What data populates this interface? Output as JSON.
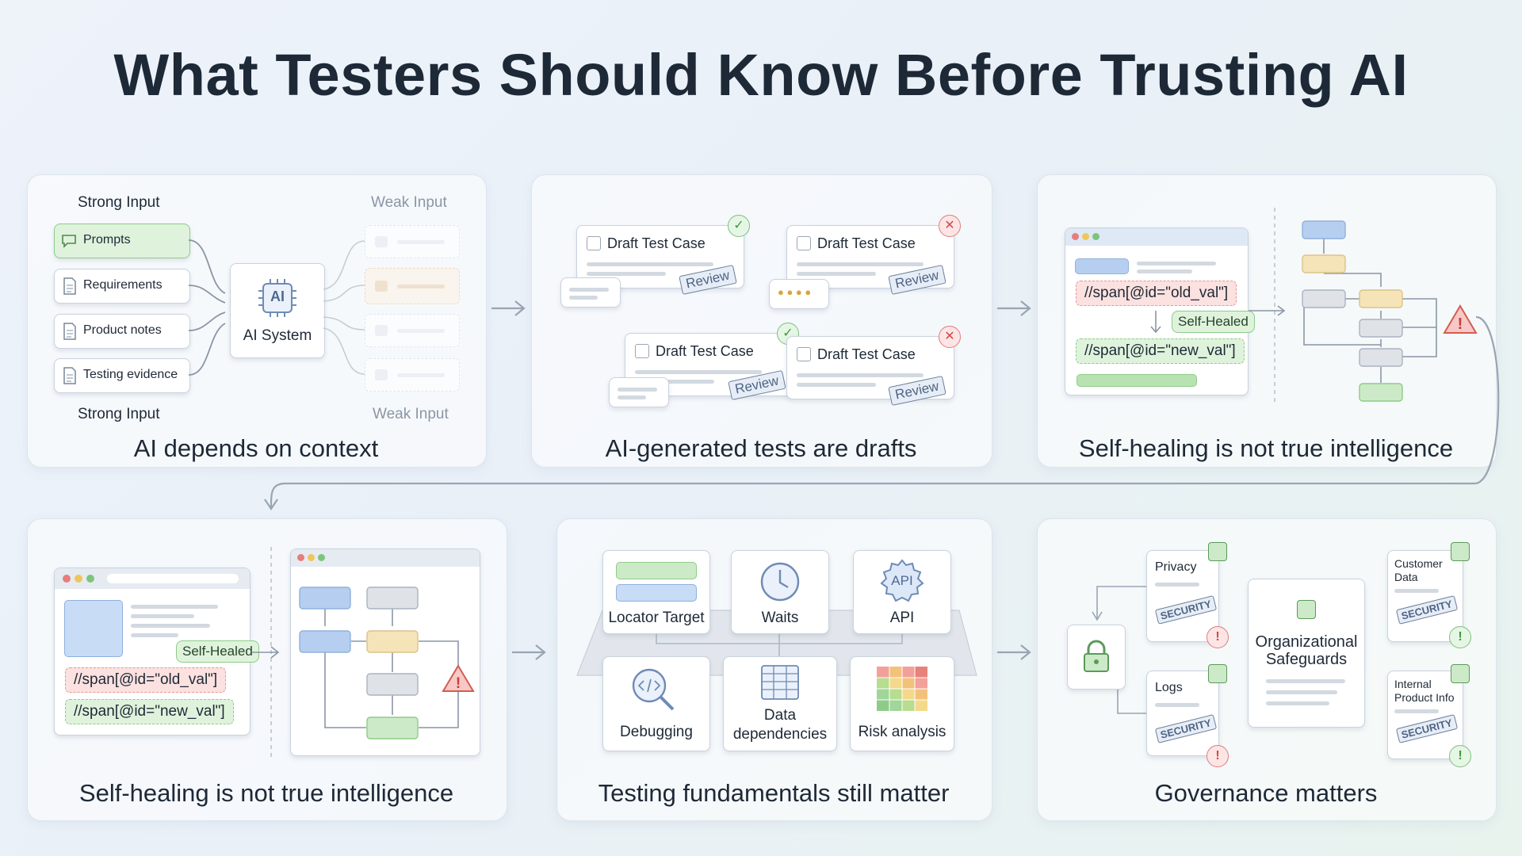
{
  "title": "What Testers Should Know Before Trusting AI",
  "panels": {
    "context": {
      "title": "AI depends on context",
      "strong_input": "Strong Input",
      "weak_input": "Weak Input",
      "inputs": [
        "Prompts",
        "Requirements",
        "Product notes",
        "Testing evidence"
      ],
      "ai_chip": "AI",
      "ai_system": "AI System"
    },
    "drafts": {
      "title": "AI-generated tests are drafts",
      "card_label": "Draft Test Case",
      "stamp": "Review"
    },
    "healing_top": {
      "title": "Self-healing is not true intelligence",
      "old_locator": "//span[@id=\"old_val\"]",
      "new_locator": "//span[@id=\"new_val\"]",
      "badge": "Self-Healed"
    },
    "healing_bottom": {
      "title": "Self-healing is not true intelligence",
      "old_locator": "//span[@id=\"old_val\"]",
      "new_locator": "//span[@id=\"new_val\"]",
      "badge": "Self-Healed"
    },
    "fundamentals": {
      "title": "Testing fundamentals still matter",
      "items": [
        "Locator Target",
        "Waits",
        "API",
        "Debugging",
        "Data dependencies",
        "Risk analysis"
      ],
      "api_icon": "API"
    },
    "governance": {
      "title": "Governance matters",
      "center": "Organizational Safeguards",
      "docs": [
        "Privacy",
        "Logs",
        "Customer Data",
        "Internal Product Info"
      ],
      "stamp": "SECURITY"
    }
  },
  "icons": [
    "chat-icon",
    "document-icon",
    "chip-icon",
    "check-icon",
    "close-icon",
    "warning-icon",
    "clock-icon",
    "gear-icon",
    "magnifier-code-icon",
    "table-icon",
    "grid-icon",
    "lock-icon",
    "arrow-icon"
  ],
  "colors": {
    "green": "#8fcb88",
    "red": "#e07b7b",
    "blue": "#a9c6ec",
    "yellow": "#f5e4b8"
  }
}
